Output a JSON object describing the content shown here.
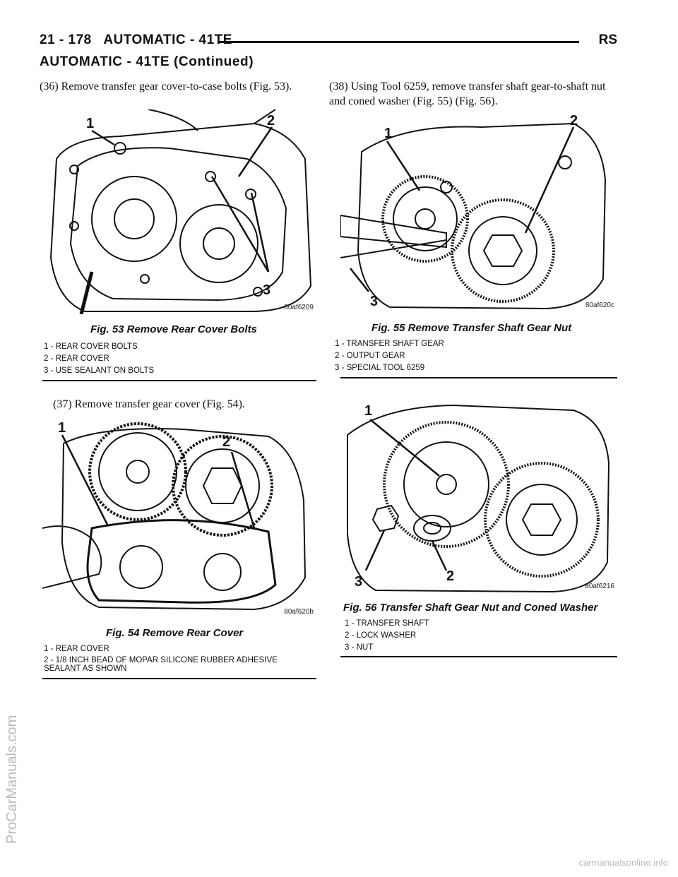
{
  "header": {
    "page_ref": "21 - 178   AUTOMATIC - 41TE",
    "section_code": "RS",
    "continued_title": "AUTOMATIC - 41TE (Continued)"
  },
  "steps": {
    "s36": "(36) Remove transfer gear cover-to-case bolts (Fig. 53).",
    "s37": "(37) Remove transfer gear cover (Fig. 54).",
    "s38": "(38) Using Tool 6259, remove transfer shaft gear-to-shaft nut and coned washer (Fig. 55) (Fig. 56)."
  },
  "figures": {
    "fig53": {
      "id": "80af6209",
      "caption": "Fig. 53 Remove Rear Cover Bolts",
      "callouts": [
        "1",
        "2",
        "3"
      ],
      "legend": [
        "1 - REAR COVER BOLTS",
        "2 - REAR COVER",
        "3 - USE SEALANT ON BOLTS"
      ]
    },
    "fig54": {
      "id": "80af620b",
      "caption": "Fig. 54 Remove Rear Cover",
      "callouts": [
        "1",
        "2"
      ],
      "legend": [
        "1 - REAR COVER",
        "2 - 1/8 INCH BEAD OF MOPAR SILICONE RUBBER ADHESIVE SEALANT AS SHOWN"
      ]
    },
    "fig55": {
      "id": "80af620c",
      "caption": "Fig. 55 Remove Transfer Shaft Gear Nut",
      "callouts": [
        "1",
        "2",
        "3"
      ],
      "legend": [
        "1 - TRANSFER SHAFT GEAR",
        "2 - OUTPUT GEAR",
        "3 - SPECIAL TOOL 6259"
      ]
    },
    "fig56": {
      "id": "80af6216",
      "caption": "Fig. 56 Transfer Shaft Gear Nut and Coned Washer",
      "callouts": [
        "1",
        "2",
        "3"
      ],
      "legend": [
        "1 - TRANSFER SHAFT",
        "2 - LOCK WASHER",
        "3 - NUT"
      ]
    }
  },
  "watermark": "ProCarManuals.com",
  "footer": "carmanualsonline.info"
}
